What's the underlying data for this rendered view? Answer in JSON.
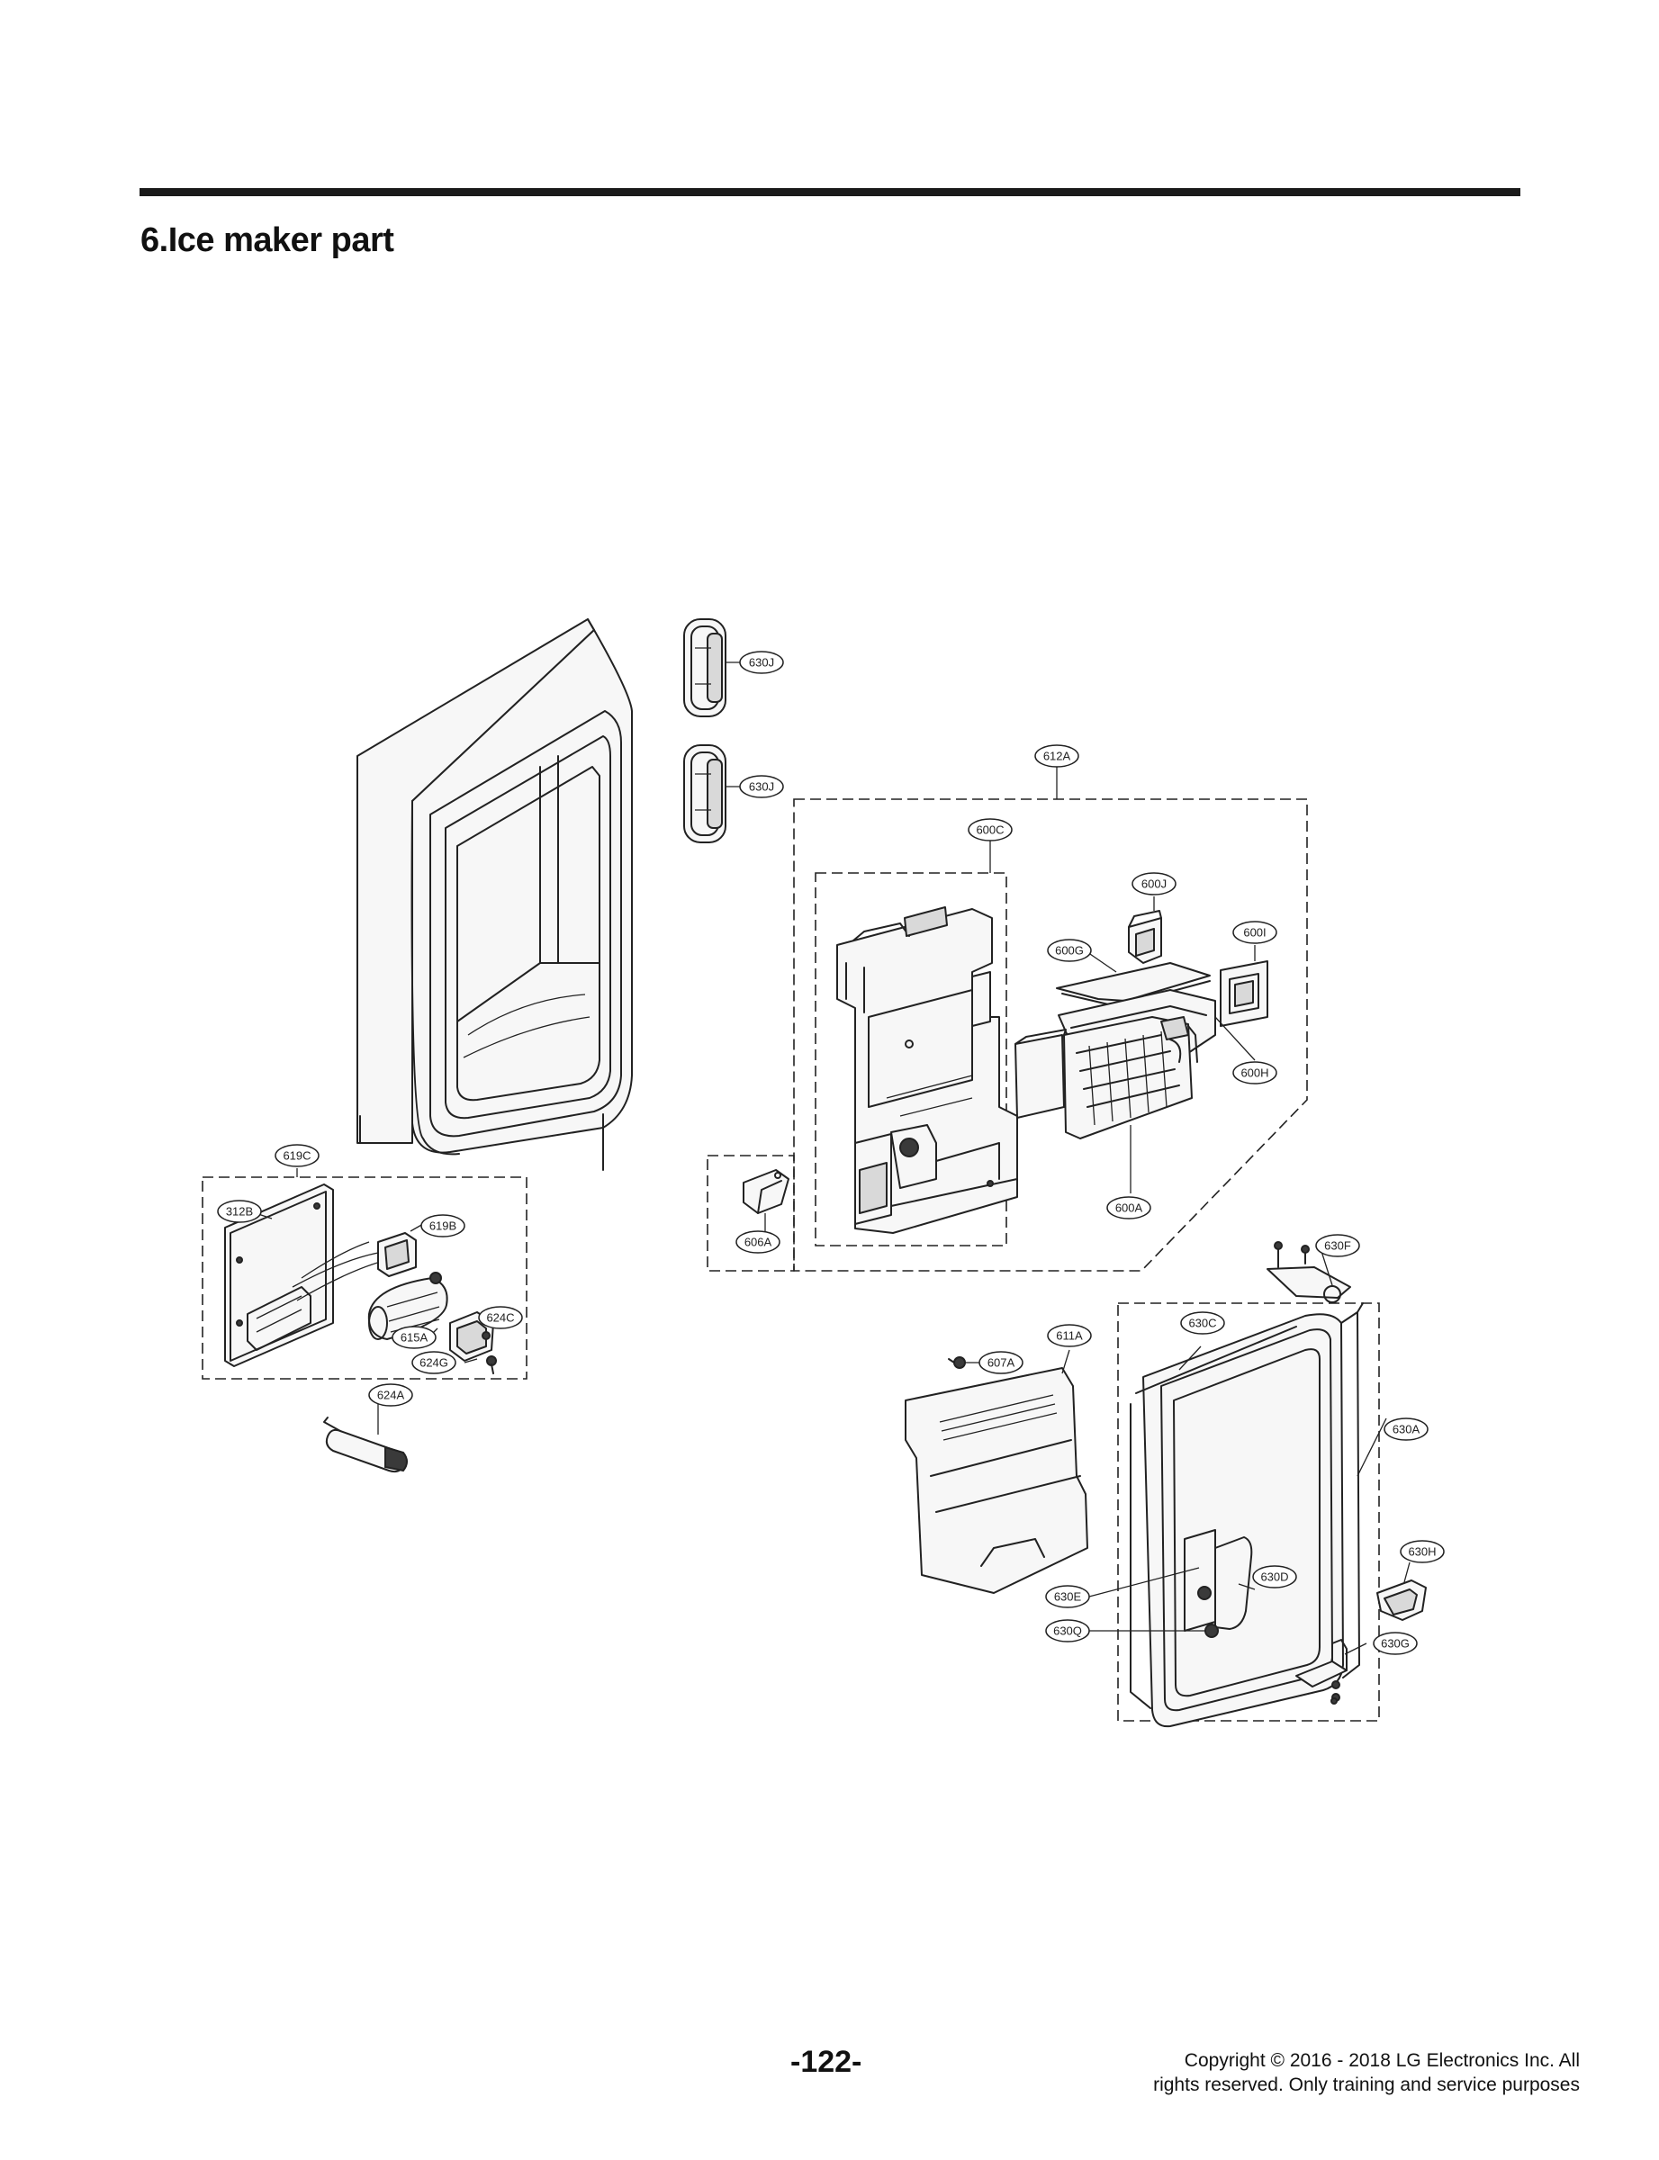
{
  "page": {
    "title": "6.Ice maker part",
    "page_number": "-122-",
    "copyright_line1": "Copyright © 2016 - 2018 LG Electronics Inc. All",
    "copyright_line2": "rights reserved. Only training and service purposes"
  },
  "callouts": {
    "c630J_top": "630J",
    "c630J_bottom": "630J",
    "c612A": "612A",
    "c600C": "600C",
    "c600J": "600J",
    "c600I": "600I",
    "c600G": "600G",
    "c600H": "600H",
    "c600A": "600A",
    "c606A": "606A",
    "c619C": "619C",
    "c312B": "312B",
    "c619B": "619B",
    "c624C": "624C",
    "c615A": "615A",
    "c624G": "624G",
    "c624A": "624A",
    "c630F": "630F",
    "c630C": "630C",
    "c611A": "611A",
    "c607A": "607A",
    "c630A": "630A",
    "c630H": "630H",
    "c630D": "630D",
    "c630E": "630E",
    "c630Q": "630Q",
    "c630G": "630G"
  }
}
